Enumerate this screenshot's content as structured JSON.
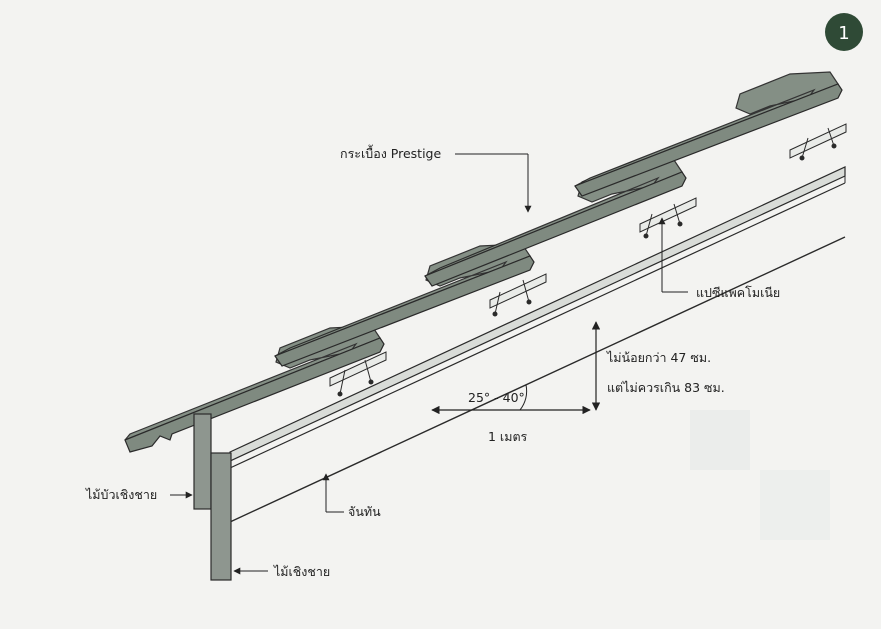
{
  "badge": {
    "number": "1"
  },
  "labels": {
    "tile": "กระเบื้อง Prestige",
    "purlin": "แปซีแพคโมเนีย",
    "spacing_min": "ไม่น้อยกว่า 47 ซม.",
    "spacing_max": "แต่ไม่ควรเกิน 83 ซม.",
    "angle": "25° - 40°",
    "run": "1 เมตร",
    "rafter": "จันทัน",
    "fascia_cover": "ไม้บัวเชิงชาย",
    "fascia": "ไม้เชิงชาย"
  },
  "colors": {
    "background": "#f3f3f1",
    "tile_fill": "#7f8a80",
    "line": "#2a2a2a",
    "badge": "#2f4a36"
  }
}
